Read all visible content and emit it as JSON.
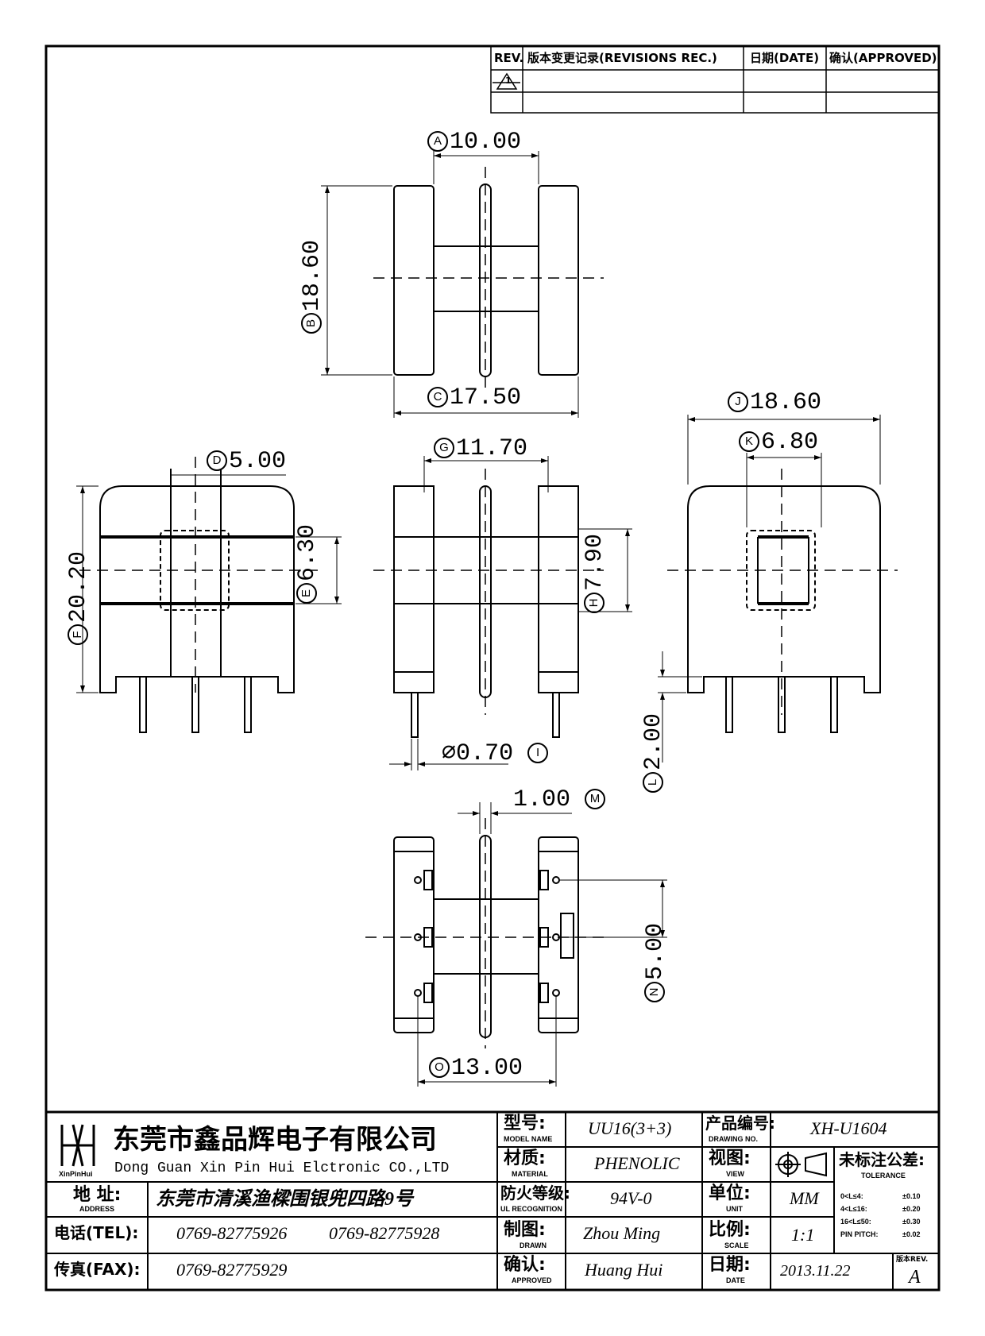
{
  "revision_table": {
    "headers": {
      "rev": "REV.",
      "record": "版本变更记录(REVISIONS REC.)",
      "date": "日期(DATE)",
      "approved": "确认(APPROVED)"
    },
    "row1_rev": "1"
  },
  "dimensions": {
    "A": {
      "label": "A",
      "value": "10.00"
    },
    "B": {
      "label": "B",
      "value": "18.60"
    },
    "C": {
      "label": "C",
      "value": "17.50"
    },
    "D": {
      "label": "D",
      "value": "5.00"
    },
    "E": {
      "label": "E",
      "value": "6.30"
    },
    "F": {
      "label": "F",
      "value": "20.20"
    },
    "G": {
      "label": "G",
      "value": "11.70"
    },
    "H": {
      "label": "H",
      "value": "7.90"
    },
    "I": {
      "label": "I",
      "value": "∅0.70"
    },
    "J": {
      "label": "J",
      "value": "18.60"
    },
    "K": {
      "label": "K",
      "value": "6.80"
    },
    "L": {
      "label": "L",
      "value": "2.00"
    },
    "M": {
      "label": "M",
      "value": "1.00"
    },
    "N": {
      "label": "N",
      "value": "5.00"
    },
    "O": {
      "label": "O",
      "value": "13.00"
    }
  },
  "title_block": {
    "company_cn": "东莞市鑫品辉电子有限公司",
    "company_en": "Dong Guan Xin Pin Hui Elctronic CO.,LTD",
    "logo_text": "XinPinHui",
    "address_label_cn": "地  址:",
    "address_label_en": "ADDRESS",
    "address": "东莞市清溪渔樑围银兜四路9号",
    "tel_label": "电话(TEL):",
    "tel1": "0769-82775926",
    "tel2": "0769-82775928",
    "fax_label": "传真(FAX):",
    "fax": "0769-82775929",
    "model_label_cn": "型号:",
    "model_label_en": "MODEL NAME",
    "model": "UU16(3+3)",
    "drawing_no_label_cn": "产品编号:",
    "drawing_no_label_en": "DRAWING NO.",
    "drawing_no": "XH-U1604",
    "material_label_cn": "材质:",
    "material_label_en": "MATERIAL",
    "material": "PHENOLIC",
    "view_label_cn": "视图:",
    "view_label_en": "VIEW",
    "tolerance_label_cn": "未标注公差:",
    "tolerance_label_en": "TOLERANCE",
    "ul_label_cn": "防火等级:",
    "ul_label_en": "UL RECOGNITION",
    "ul": "94V-0",
    "unit_label_cn": "单位:",
    "unit_label_en": "UNIT",
    "unit": "MM",
    "drawn_label_cn": "制图:",
    "drawn_label_en": "DRAWN",
    "drawn": "Zhou Ming",
    "scale_label_cn": "比例:",
    "scale_label_en": "SCALE",
    "scale": "1:1",
    "approved_label_cn": "确认:",
    "approved_label_en": "APPROVED",
    "approved": "Huang Hui",
    "date_label_cn": "日期:",
    "date_label_en": "DATE",
    "date": "2013.11.22",
    "rev_label": "版本REV.",
    "rev": "A",
    "tolerances": [
      {
        "range": "0<L≤4:",
        "value": "±0.10"
      },
      {
        "range": "4<L≤16:",
        "value": "±0.20"
      },
      {
        "range": "16<L≤50:",
        "value": "±0.30"
      },
      {
        "range": "PIN PITCH:",
        "value": "±0.02"
      }
    ]
  }
}
